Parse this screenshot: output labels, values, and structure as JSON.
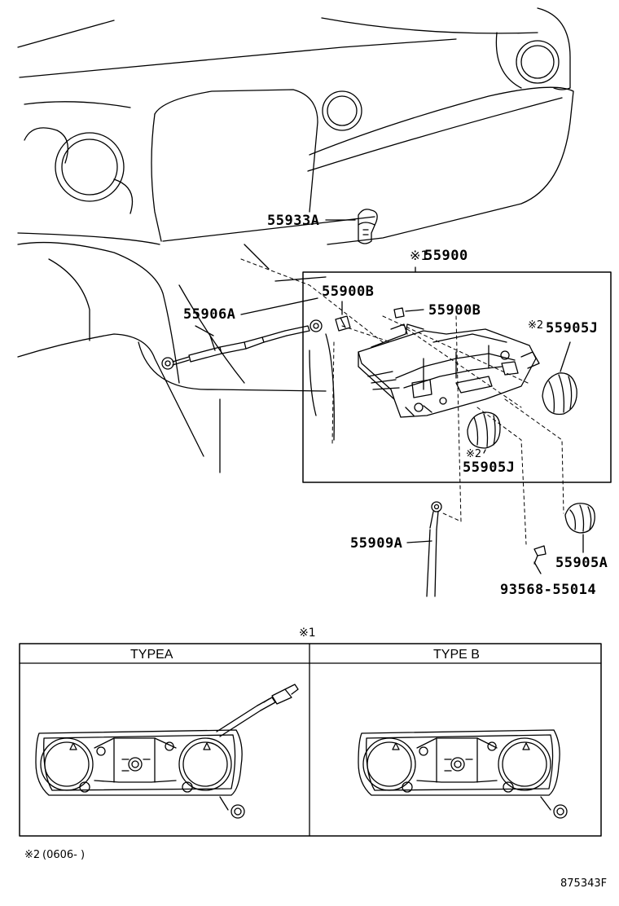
{
  "parts": {
    "p55933A": "55933A",
    "p155900_mark": "※1",
    "p155900": "55900",
    "p55900B_a": "55900B",
    "p55900B_b": "55900B",
    "p55906A": "55906A",
    "p55905J_a_mark": "※2",
    "p55905J_a": "55905J",
    "p55905J_b_mark": "※2",
    "p55905J_b": "55905J",
    "p55909A": "55909A",
    "p55905A": "55905A",
    "p93568": "93568-55014"
  },
  "variants": {
    "mark": "※1",
    "type_a": "TYPEA",
    "type_b": "TYPE B"
  },
  "footnote": {
    "mark": "※2",
    "text": "(0606-        )"
  },
  "figure_id": "875343F",
  "icons": [
    "clip-icon",
    "bolt-icon",
    "screw-icon",
    "knob-icon",
    "cable-icon",
    "control-panel-icon"
  ]
}
